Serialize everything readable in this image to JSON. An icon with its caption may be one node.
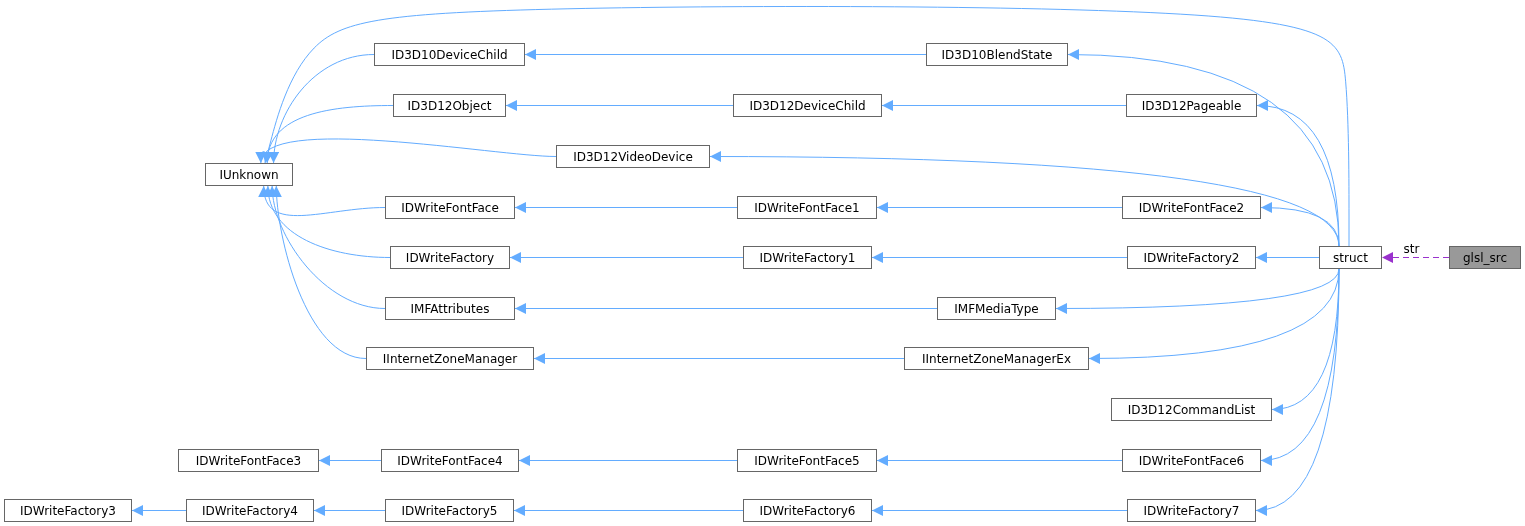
{
  "diagram": {
    "nodes": [
      {
        "text": [
          "IUnknown"
        ]
      },
      {
        "text": [
          "ID3D10DeviceChild"
        ]
      },
      {
        "text": [
          "ID3D12Object"
        ]
      },
      {
        "text": [
          "ID3D12VideoDevice"
        ]
      },
      {
        "text": [
          "IDWriteFontFace"
        ]
      },
      {
        "text": [
          "IDWriteFactory"
        ]
      },
      {
        "text": [
          "IMFAttributes"
        ]
      },
      {
        "text": [
          "IInternetZoneManager"
        ]
      },
      {
        "text": [
          "ID3D10BlendState"
        ]
      },
      {
        "text": [
          "ID3D12DeviceChild"
        ]
      },
      {
        "text": [
          "ID3D12Pageable"
        ]
      },
      {
        "text": [
          "IDWriteFontFace1"
        ]
      },
      {
        "text": [
          "IDWriteFontFace2"
        ]
      },
      {
        "text": [
          "IDWriteFactory1"
        ]
      },
      {
        "text": [
          "IDWriteFactory2"
        ]
      },
      {
        "text": [
          "IMFMediaType"
        ]
      },
      {
        "text": [
          "IInternetZoneManagerEx"
        ]
      },
      {
        "text": [
          "ID3D12CommandList"
        ]
      },
      {
        "text": [
          "IDWriteFontFace3"
        ]
      },
      {
        "text": [
          "IDWriteFontFace4"
        ]
      },
      {
        "text": [
          "IDWriteFontFace5"
        ]
      },
      {
        "text": [
          "IDWriteFontFace6"
        ]
      },
      {
        "text": [
          "IDWriteFactory3"
        ]
      },
      {
        "text": [
          "IDWriteFactory4"
        ]
      },
      {
        "text": [
          "IDWriteFactory5"
        ]
      },
      {
        "text": [
          "IDWriteFactory6"
        ]
      },
      {
        "text": [
          "IDWriteFactory7"
        ]
      },
      {
        "text": [
          "struct"
        ]
      },
      {
        "text": [
          "glsl_src"
        ]
      }
    ],
    "edges": [
      {
        "from": 1,
        "to": 0,
        "arrow": "to"
      },
      {
        "from": 2,
        "to": 0,
        "arrow": "to"
      },
      {
        "from": 3,
        "to": 0,
        "arrow": "to"
      },
      {
        "from": 4,
        "to": 0,
        "arrow": "to"
      },
      {
        "from": 5,
        "to": 0,
        "arrow": "to"
      },
      {
        "from": 6,
        "to": 0,
        "arrow": "to"
      },
      {
        "from": 7,
        "to": 0,
        "arrow": "to"
      },
      {
        "from": 27,
        "to": 0,
        "arrow": "to"
      },
      {
        "from": 8,
        "to": 1,
        "arrow": "to"
      },
      {
        "from": 9,
        "to": 2,
        "arrow": "to"
      },
      {
        "from": 10,
        "to": 9,
        "arrow": "to"
      },
      {
        "from": 11,
        "to": 4,
        "arrow": "to"
      },
      {
        "from": 12,
        "to": 11,
        "arrow": "to"
      },
      {
        "from": 13,
        "to": 5,
        "arrow": "to"
      },
      {
        "from": 14,
        "to": 13,
        "arrow": "to"
      },
      {
        "from": 15,
        "to": 6,
        "arrow": "to"
      },
      {
        "from": 16,
        "to": 7,
        "arrow": "to"
      },
      {
        "from": 27,
        "to": 8,
        "arrow": "to"
      },
      {
        "from": 27,
        "to": 10,
        "arrow": "to"
      },
      {
        "from": 27,
        "to": 3,
        "arrow": "to"
      },
      {
        "from": 27,
        "to": 12,
        "arrow": "to"
      },
      {
        "from": 27,
        "to": 14,
        "arrow": "to"
      },
      {
        "from": 27,
        "to": 15,
        "arrow": "to"
      },
      {
        "from": 27,
        "to": 16,
        "arrow": "to"
      },
      {
        "from": 27,
        "to": 17,
        "arrow": "to"
      },
      {
        "from": 27,
        "to": 21,
        "arrow": "to"
      },
      {
        "from": 27,
        "to": 26,
        "arrow": "to"
      },
      {
        "from": 19,
        "to": 18,
        "arrow": "to"
      },
      {
        "from": 20,
        "to": 19,
        "arrow": "to"
      },
      {
        "from": 21,
        "to": 20,
        "arrow": "to"
      },
      {
        "from": 23,
        "to": 22,
        "arrow": "to"
      },
      {
        "from": 24,
        "to": 23,
        "arrow": "to"
      },
      {
        "from": 25,
        "to": 24,
        "arrow": "to"
      },
      {
        "from": 26,
        "to": 25,
        "arrow": "to"
      },
      {
        "from": 28,
        "to": 27,
        "arrow": "to",
        "label": "str",
        "style": "dashed",
        "color": "#9a32cd"
      }
    ]
  }
}
